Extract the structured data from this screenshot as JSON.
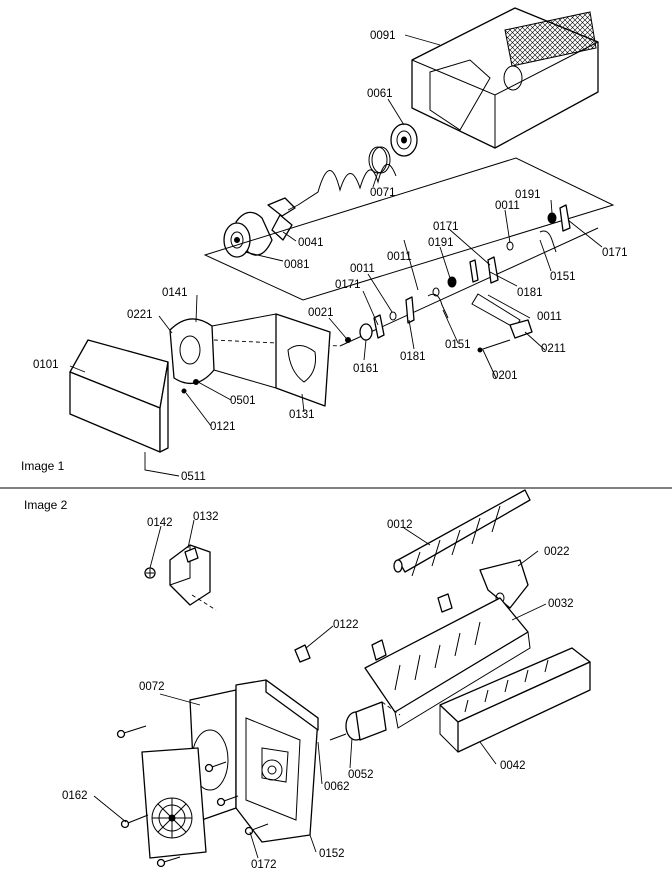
{
  "sections": [
    {
      "caption": "Image 1"
    },
    {
      "caption": "Image 2"
    }
  ],
  "callouts": [
    "0091",
    "0061",
    "0071",
    "0041",
    "0081",
    "0011",
    "0191",
    "0171",
    "0171",
    "0191",
    "0011",
    "0011",
    "0171",
    "0181",
    "0151",
    "0011",
    "0141",
    "0221",
    "0021",
    "0181",
    "0151",
    "0211",
    "0101",
    "0161",
    "0201",
    "0501",
    "0131",
    "0121",
    "0511",
    "0142",
    "0132",
    "0012",
    "0022",
    "0032",
    "0122",
    "0072",
    "0052",
    "0062",
    "0042",
    "0162",
    "0172",
    "0152"
  ]
}
